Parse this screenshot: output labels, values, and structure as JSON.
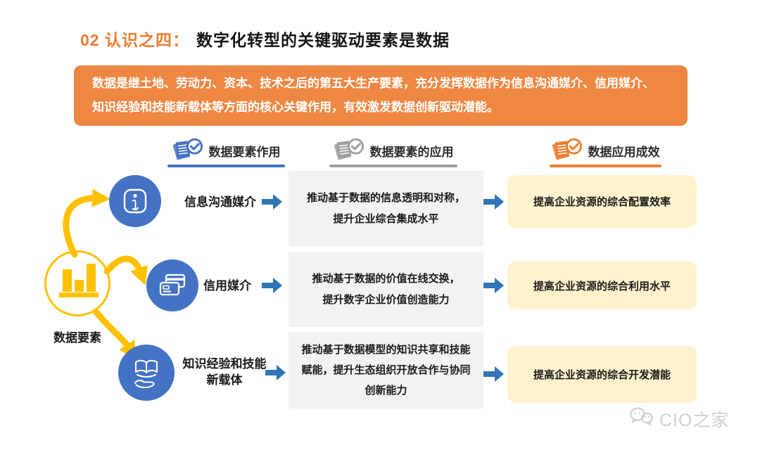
{
  "header": {
    "section_number": "02 认识之四：",
    "title": "数字化转型的关键驱动要素是数据"
  },
  "banner": {
    "lines": [
      "数据是继土地、劳动力、资本、技术之后的第五大生产要素，充分发挥数据作为信息沟通媒介、信用媒介、",
      "知识经验和技能新载体等方面的核心关键作用，有效激发数据创新驱动潜能。"
    ]
  },
  "columns": [
    {
      "icon": "documents-check-icon",
      "label": "数据要素作用",
      "accent": "#4472C4"
    },
    {
      "icon": "documents-check-icon",
      "label": "数据要素的应用",
      "accent": "#9E9E9E"
    },
    {
      "icon": "documents-check-icon",
      "label": "数据应用成效",
      "accent": "#ED7D31"
    }
  ],
  "source": {
    "icon": "bar-chart-icon",
    "label": "数据要素"
  },
  "rows": [
    {
      "icon": "info-icon",
      "factor": "信息沟通媒介",
      "application_lines": [
        "推动基于数据的信息透明和对称，",
        "提升企业综合集成水平"
      ],
      "outcome": "提高企业资源的综合配置效率"
    },
    {
      "icon": "credit-cards-icon",
      "factor": "信用媒介",
      "application_lines": [
        "推动基于数据的价值在线交换，",
        "提升数字企业价值创造能力"
      ],
      "outcome": "提高企业资源的综合利用水平"
    },
    {
      "icon": "book-hand-icon",
      "factor_lines": [
        "知识经验和技能",
        "新载体"
      ],
      "application_lines": [
        "推动基于数据模型的知识共享和技能",
        "赋能，提升生态组织开放合作与协同",
        "创新能力"
      ],
      "outcome": "提高企业资源的综合开发潜能"
    }
  ],
  "watermark": {
    "icon": "wechat-icon",
    "label": "CIO之家"
  },
  "colors": {
    "title_orange": "#ED7C2F",
    "banner_orange": "#ED8742",
    "factor_blue": "#4472C4",
    "arrow_blue": "#2F75B7",
    "gold": "#FFC000",
    "application_gray": "#F2F2F2",
    "outcome_yellow": "#FFF2CC",
    "gray_accent": "#9E9E9E"
  }
}
